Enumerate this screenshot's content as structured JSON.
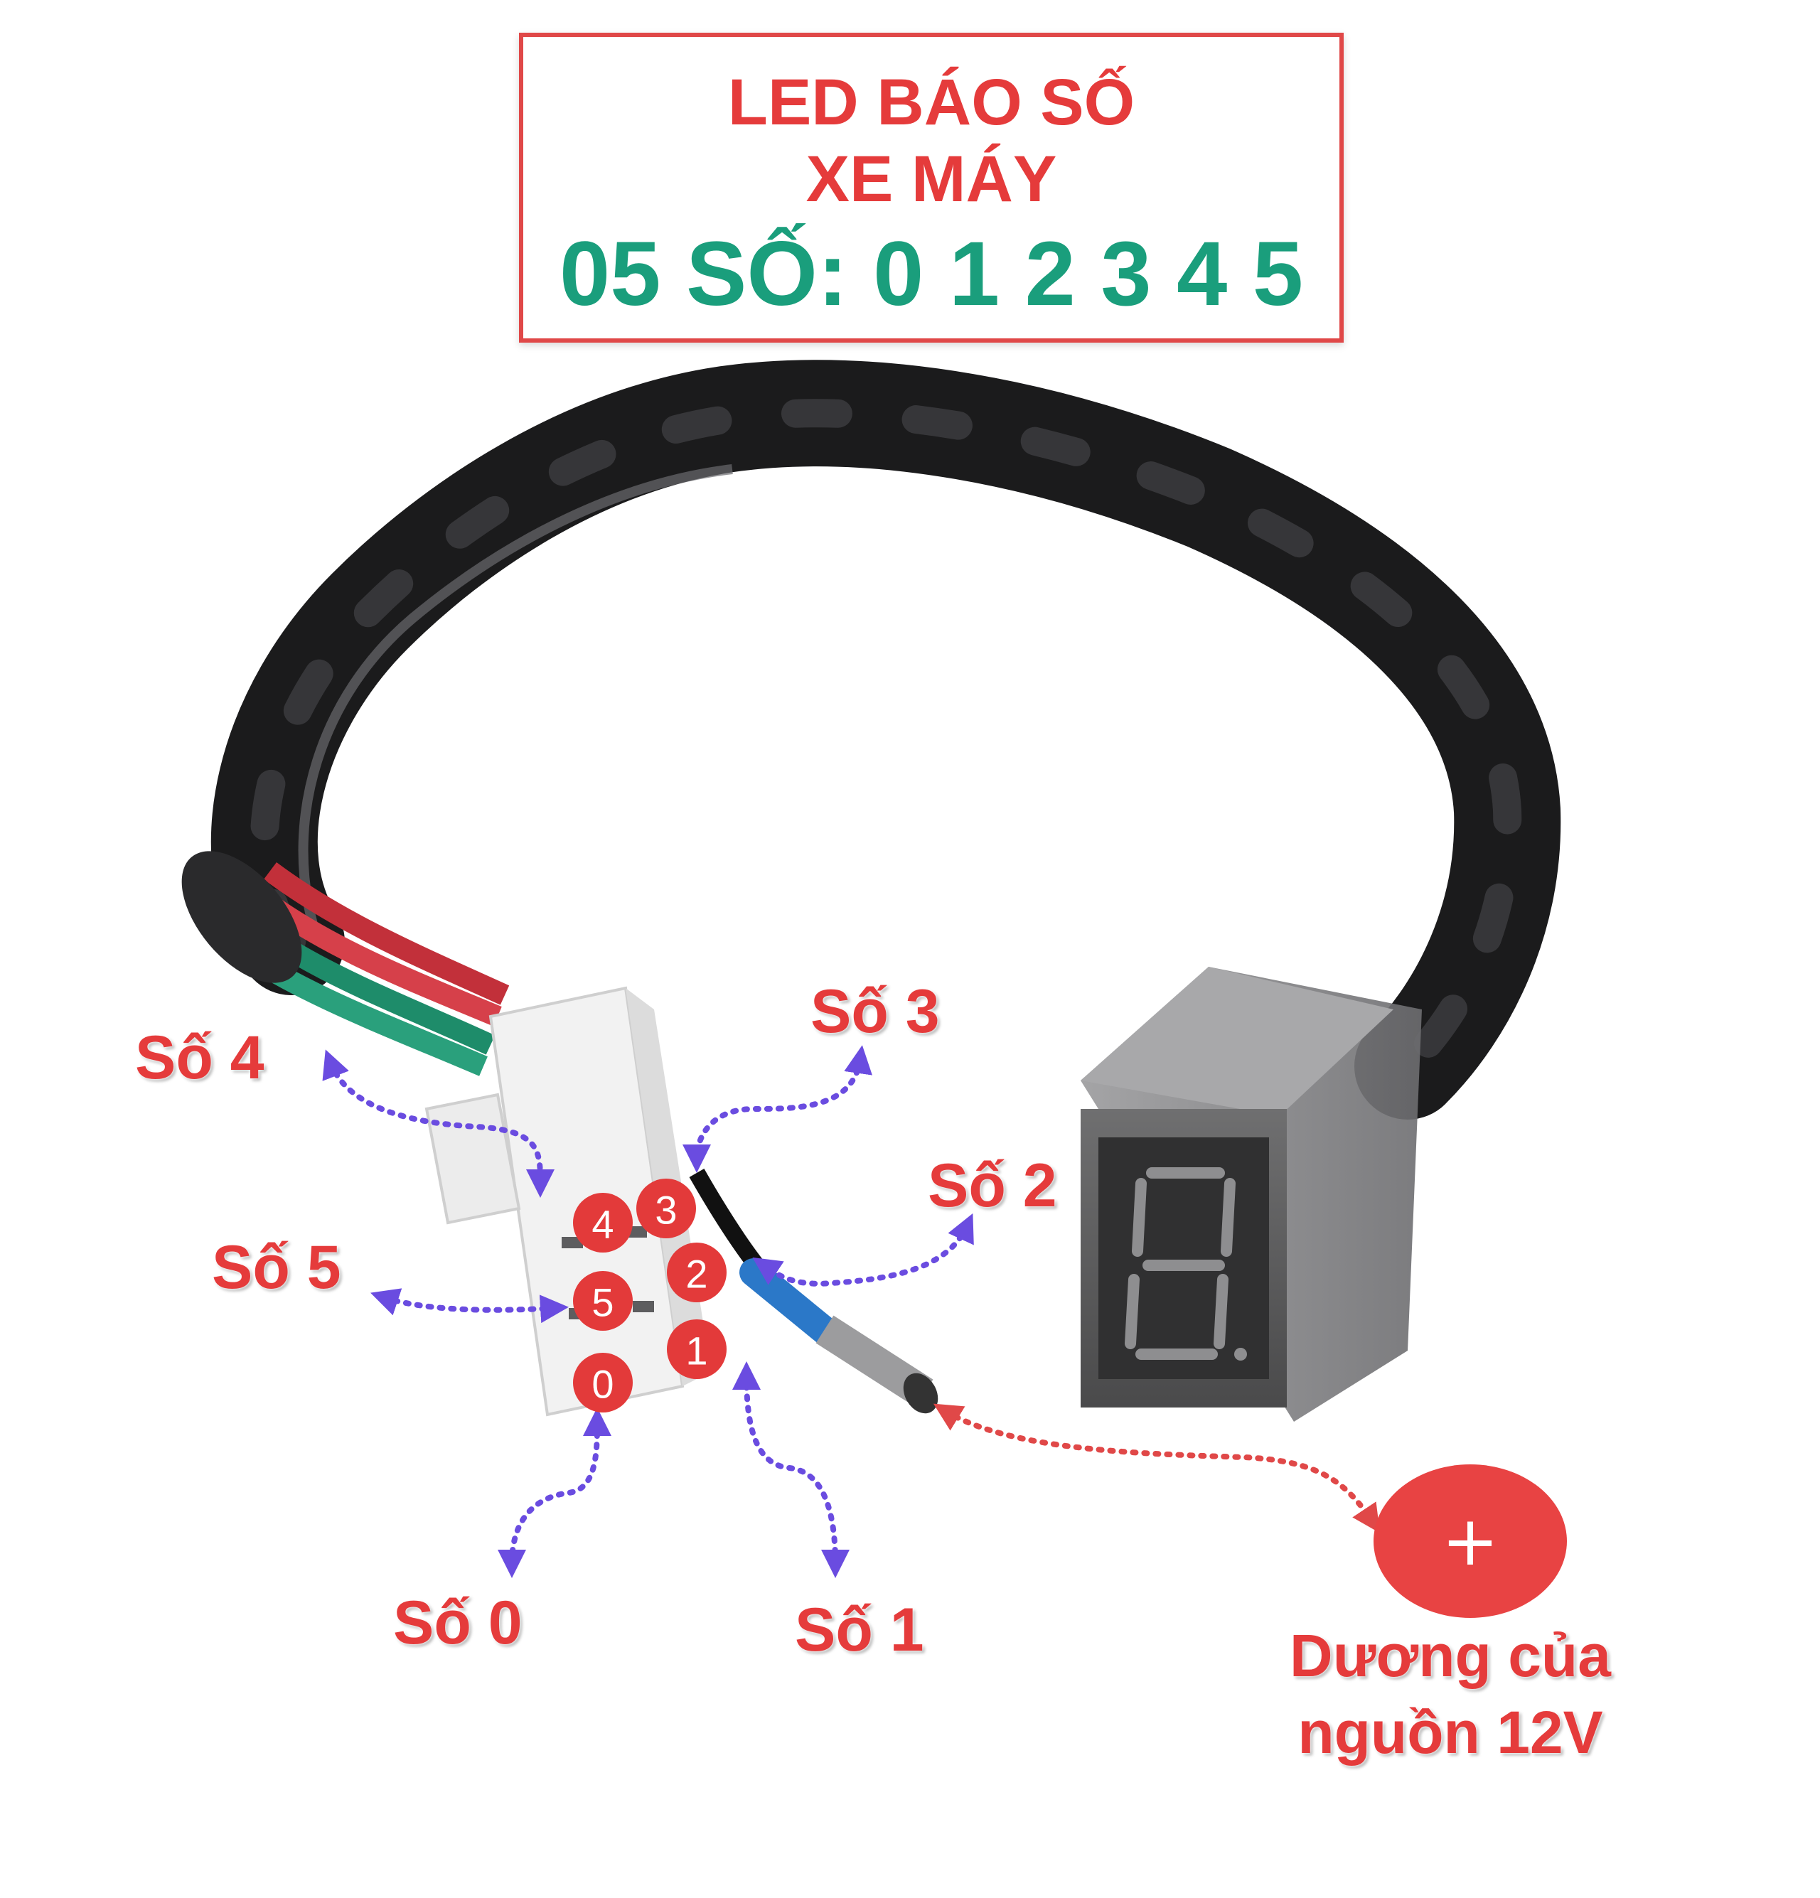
{
  "title": {
    "line1": "LED BÁO SỐ",
    "line2": "XE MÁY",
    "line3": "05 SỐ: 0 1 2 3 4 5"
  },
  "pins": [
    "4",
    "3",
    "2",
    "5",
    "1",
    "0"
  ],
  "labels": {
    "so0": "Số 0",
    "so1": "Số 1",
    "so2": "Số 2",
    "so3": "Số 3",
    "so4": "Số 4",
    "so5": "Số 5"
  },
  "power": {
    "symbol": "+",
    "label": "Dương của nguồn 12V"
  },
  "colors": {
    "accent_red": "#e53b3b",
    "title_green": "#1a9e7c",
    "arrow_purple": "#6a4ce0",
    "arrow_red": "#e04848"
  },
  "icons": [
    "gear-indicator-display",
    "wire-harness",
    "connector-plug",
    "spade-terminal"
  ]
}
